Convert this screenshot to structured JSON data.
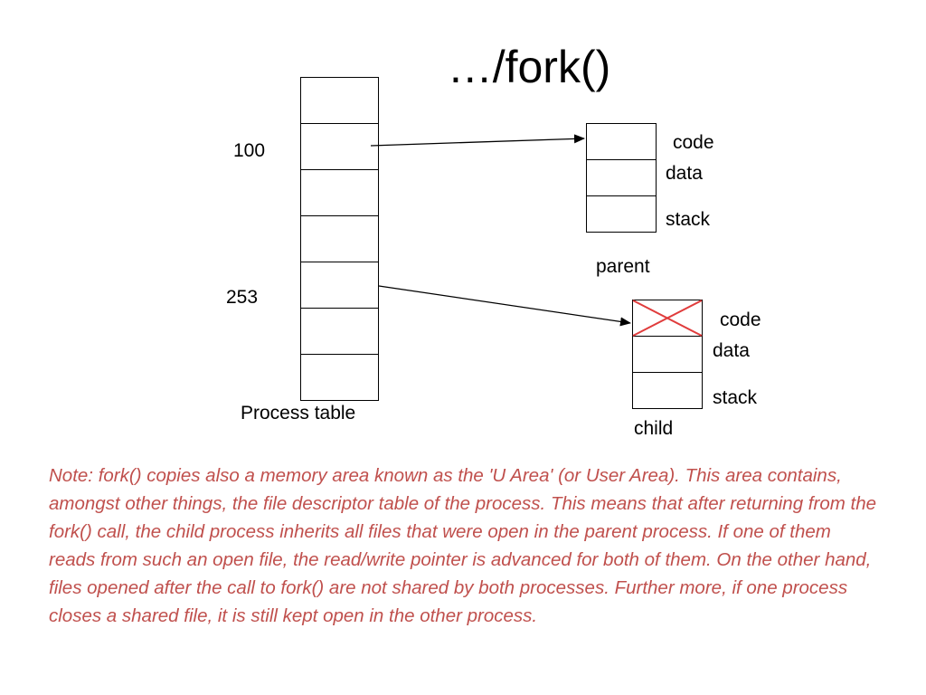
{
  "title": "…/fork()",
  "process_table": {
    "label": "Process table",
    "rows": 7,
    "entry_labels": {
      "first": "100",
      "second": "253"
    }
  },
  "parent": {
    "label": "parent",
    "segments": [
      "code",
      "data",
      "stack"
    ]
  },
  "child": {
    "label": "child",
    "segments": [
      "code",
      "data",
      "stack"
    ],
    "code_crossed": true
  },
  "colors": {
    "note": "#c0504d",
    "cross": "#e03c3c",
    "lines": "#000000"
  },
  "note": "Note: fork() copies also a memory area known as the 'U Area' (or User Area). This area contains, amongst other things, the file descriptor table of the process. This means that after returning from the fork() call, the child process inherits all files that were open in the parent process. If one of them reads from such an open file, the read/write pointer is advanced for both of them. On the other hand, files opened after the call to fork() are not shared by both processes. Further more, if one process closes a shared file, it is still kept open in the other process."
}
